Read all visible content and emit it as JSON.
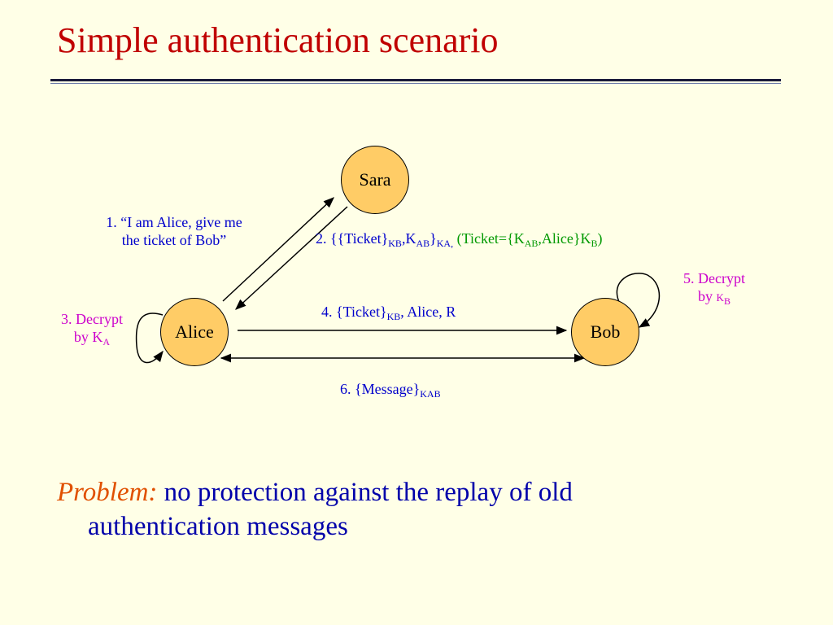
{
  "title": "Simple authentication scenario",
  "nodes": {
    "sara": "Sara",
    "alice": "Alice",
    "bob": "Bob"
  },
  "msg1": {
    "line1": "1. “I am Alice, give me",
    "line2": "the ticket of Bob”"
  },
  "msg2": {
    "prefix": "2. {{Ticket}",
    "kb": "KB",
    "mid": ",K",
    "ab": "AB",
    "close": "}",
    "ka": "KA,",
    "note_prefix": " (Ticket={K",
    "note_ab": "AB",
    "note_mid": ",Alice}K",
    "note_b": "B",
    "note_close": ")"
  },
  "msg3": {
    "line1": "3. Decrypt",
    "line2_prefix": "by K",
    "line2_sub": "A"
  },
  "msg4": {
    "prefix": "4. {Ticket}",
    "kb": "KB",
    "suffix": ", Alice, R"
  },
  "msg5": {
    "line1": "5. Decrypt",
    "line2_prefix": "by ",
    "line2_k": "K",
    "line2_sub": "B"
  },
  "msg6": {
    "prefix": "6. {Message}",
    "kab": "KAB"
  },
  "problem": {
    "label": "Problem:",
    "text1": " no protection against the replay of old",
    "text2": "authentication messages"
  }
}
